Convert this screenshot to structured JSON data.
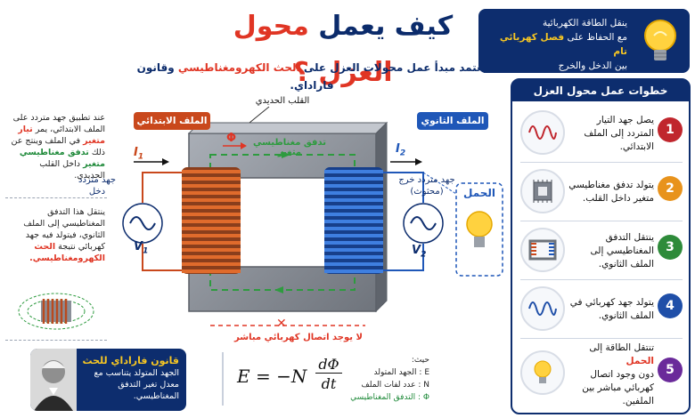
{
  "header": {
    "title_part1": "كيف يعمل",
    "title_part2": "محول العزل ؟",
    "subtitle_part1": "يعتمد مبدأ عمل محولات العزل على",
    "subtitle_highlight": "الحث الكهرومغناطيسي",
    "subtitle_part2": "وقانون فاراداي."
  },
  "info_box": {
    "line1": "ينقل الطاقة الكهربائية",
    "line2_part1": "مع الحفاظ على",
    "line2_highlight": "فصل كهربائي تام",
    "line3": "بين الدخل والخرج"
  },
  "steps": {
    "title": "خطوات عمل محول العزل",
    "items": [
      {
        "num": "1",
        "text": "يصل جهد التيار المتردد إلى الملف الابتدائي.",
        "color": "#c0262d",
        "icon": "ac-wave-icon"
      },
      {
        "num": "2",
        "text": "يتولد تدفق مغناطيسي متغير داخل القلب.",
        "color": "#e8931c",
        "icon": "core-chip-icon"
      },
      {
        "num": "3",
        "text": "ينتقل التدفق المغناطيسي إلى الملف الثانوي.",
        "color": "#2e8b3a",
        "icon": "coils-icon"
      },
      {
        "num": "4",
        "text": "يتولد جهد كهربائي في الملف الثانوي.",
        "color": "#1f4fa8",
        "icon": "ac-wave-icon"
      },
      {
        "num": "5",
        "text_part1": "تنتقل الطاقة إلى",
        "text_highlight": "الحمل",
        "text_part2": "دون وجود اتصال كهربائي مباشر بين الملفين.",
        "color": "#6a2a9a",
        "icon": "bulb-icon"
      }
    ]
  },
  "notes": {
    "note1_part1": "عند تطبيق جهد متردد على الملف الابتدائي، يمر",
    "note1_red": "تيار متغير",
    "note1_part2": "في الملف وينتج عن ذلك",
    "note1_green": "تدفق مغناطيسي متغير",
    "note1_part3": "داخل القلب الحديدي.",
    "note2_part1": "ينتقل هذا التدفق المغناطيسي إلى الملف الثانوي، فيتولد فيه جهد كهربائي نتيجة",
    "note2_red": "الحث الكهرومغناطيسي."
  },
  "diagram": {
    "core_label": "القلب الحديدي",
    "primary_tag": "الملف الابتدائي",
    "secondary_tag": "الملف الثانوي",
    "flux_label": "تدفق مغناطيسي متغير",
    "input_label": "جهد متردد دخل",
    "output_label": "جهد متردد خرج (محثوث)",
    "load_label": "الحمل",
    "i1": "I",
    "i1_sub": "1",
    "i2": "I",
    "i2_sub": "2",
    "phi": "Φ",
    "v1": "V",
    "v1_sub": "1",
    "v2": "V",
    "v2_sub": "2",
    "no_contact": "لا يوجد اتصال كهربائي مباشر",
    "x_mark": "✕",
    "colors": {
      "primary": "#c9481c",
      "secondary": "#1f57b8",
      "flux": "#2e9b3f",
      "core": "#8a8f98",
      "navy": "#0d2d6e",
      "red": "#e03524"
    }
  },
  "faraday": {
    "title": "قانون فاراداي للحث",
    "desc": "الجهد المتولد يتناسب مع معدل تغير التدفق المغناطيسي."
  },
  "formula": {
    "lhs": "E = −N",
    "num": "dΦ",
    "den": "dt",
    "legend_title": "حيث:",
    "legend_e": "E : الجهد المتولد",
    "legend_n": "N : عدد لفات الملف",
    "legend_phi": "Φ : التدفق المغناطيسي"
  }
}
